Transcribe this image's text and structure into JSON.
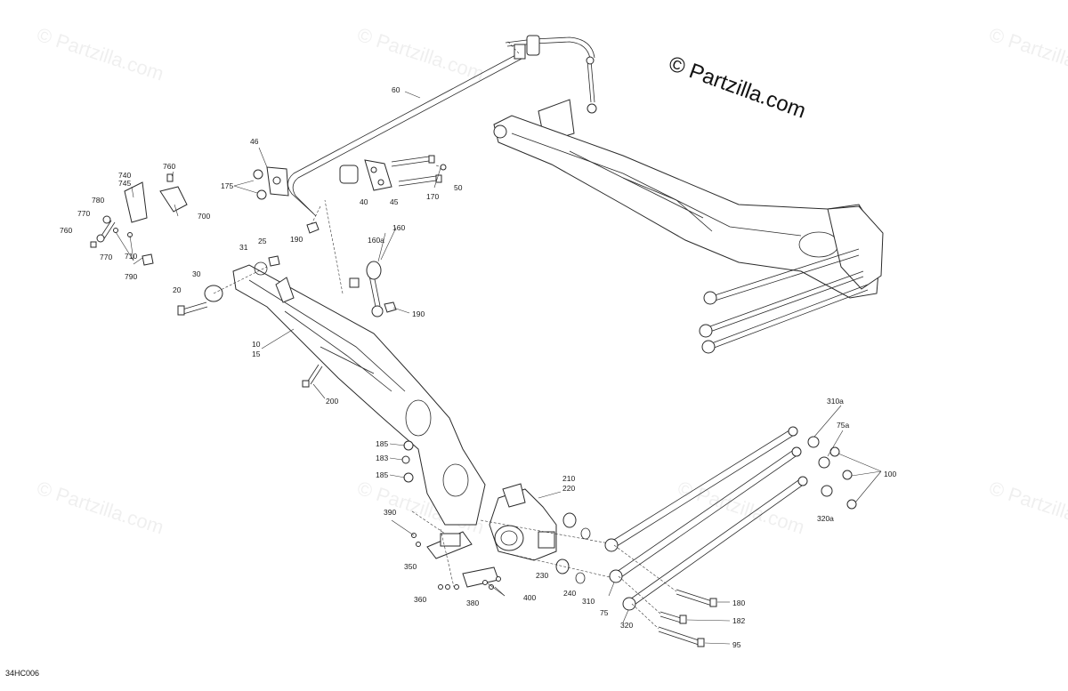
{
  "copyright": "© Partzilla.com",
  "watermark": "© Partzilla.com",
  "diagram_code": "34HC006",
  "callouts": {
    "c60": "60",
    "c46": "46",
    "c175": "175",
    "c190a": "190",
    "c40": "40",
    "c45": "45",
    "c170": "170",
    "c50": "50",
    "c740": "740",
    "c745": "745",
    "c760a": "760",
    "c780": "780",
    "c770a": "770",
    "c760b": "760",
    "c770b": "770",
    "c710": "710",
    "c790": "790",
    "c700": "700",
    "c31": "31",
    "c25": "25",
    "c30": "30",
    "c20": "20",
    "c10": "10",
    "c15": "15",
    "c160": "160",
    "c160a": "160a",
    "c190b": "190",
    "c200": "200",
    "c185a": "185",
    "c183": "183",
    "c185b": "185",
    "c210": "210",
    "c220": "220",
    "c390": "390",
    "c350": "350",
    "c360": "360",
    "c380": "380",
    "c400": "400",
    "c230": "230",
    "c240": "240",
    "c310": "310",
    "c75": "75",
    "c320": "320",
    "c310a": "310a",
    "c75a": "75a",
    "c100": "100",
    "c320a": "320a",
    "c180": "180",
    "c182": "182",
    "c95": "95"
  }
}
